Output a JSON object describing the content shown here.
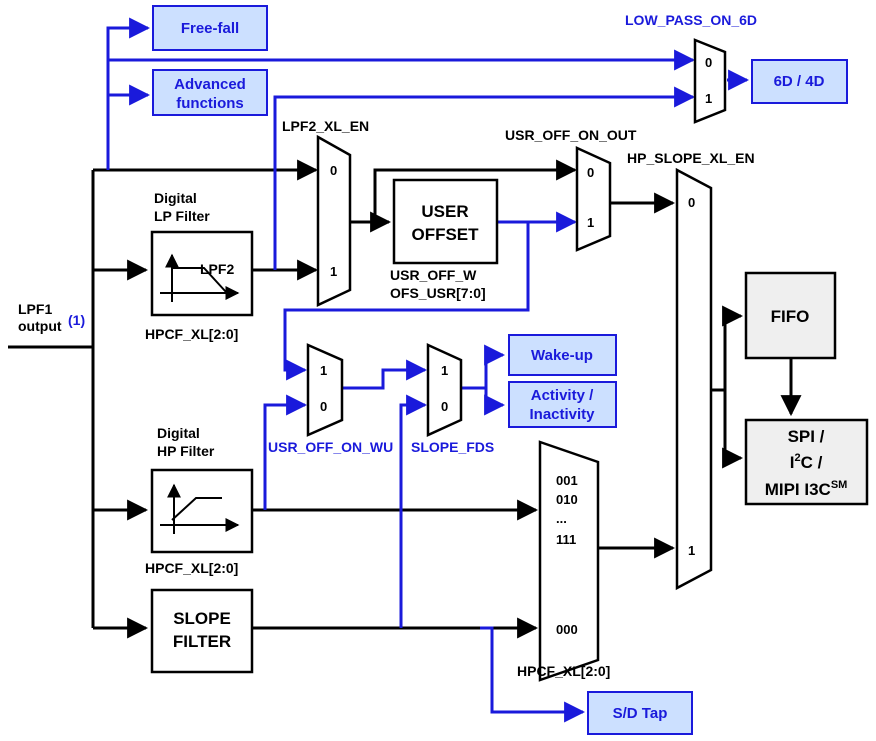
{
  "input": {
    "line1": "LPF1",
    "line2": "output",
    "note": "(1)"
  },
  "outputs_blue": {
    "free_fall": "Free-fall",
    "advanced_1": "Advanced",
    "advanced_2": "functions",
    "six_d": "6D / 4D",
    "wake_up": "Wake-up",
    "activity_1": "Activity /",
    "activity_2": "Inactivity",
    "sd_tap": "S/D Tap"
  },
  "mux_labels": {
    "low_pass_on_6d": "LOW_PASS_ON_6D",
    "lpf2_xl_en": "LPF2_XL_EN",
    "usr_off_on_out": "USR_OFF_ON_OUT",
    "hp_slope_xl_en": "HP_SLOPE_XL_EN",
    "usr_off_on_wu": "USR_OFF_ON_WU",
    "slope_fds": "SLOPE_FDS"
  },
  "mux_inputs": {
    "zero": "0",
    "one": "1",
    "sel_001": "001",
    "sel_010": "010",
    "sel_dots": "...",
    "sel_111": "111",
    "sel_000": "000"
  },
  "blocks": {
    "lp_title_1": "Digital",
    "lp_title_2": "LP Filter",
    "lpf2": "LPF2",
    "hpcf_1": "HPCF_XL[2:0]",
    "hp_title_1": "Digital",
    "hp_title_2": "HP Filter",
    "hpcf_2": "HPCF_XL[2:0]",
    "slope_1": "SLOPE",
    "slope_2": "FILTER",
    "user_1": "USER",
    "user_2": "OFFSET",
    "usr_reg_1": "USR_OFF_W",
    "usr_reg_2": "OFS_USR[7:0]",
    "hpcf_3": "HPCF_XL[2:0]",
    "fifo": "FIFO",
    "spi_1": "SPI /",
    "spi_2a": "I",
    "spi_2b": "2",
    "spi_2c": "C /",
    "spi_3a": "MIPI I3C",
    "spi_3b": "SM"
  },
  "colors": {
    "blue_line": "#1a1adb",
    "blue_fill": "#cce0ff",
    "gray_fill": "#efefef"
  }
}
